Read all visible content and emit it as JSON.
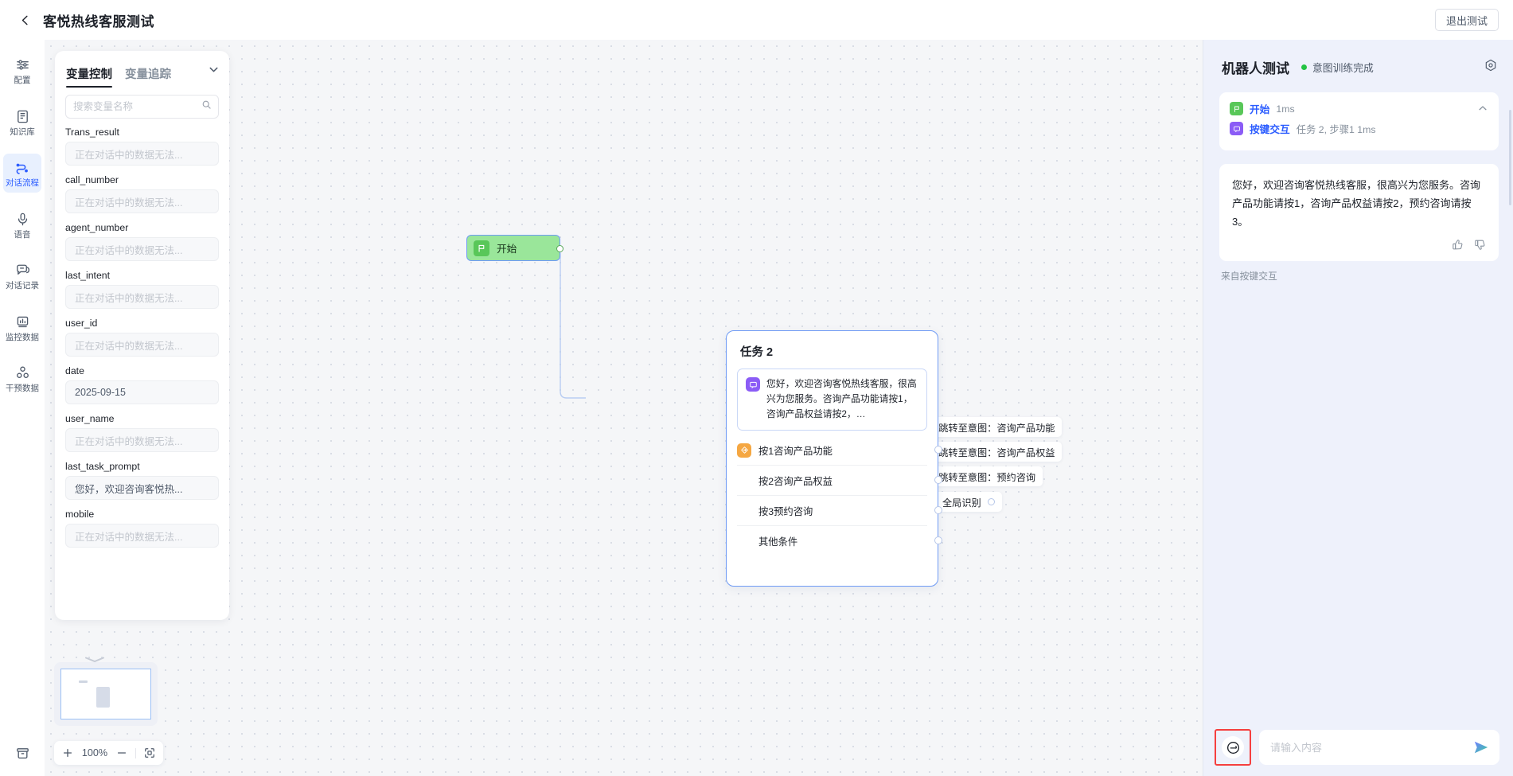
{
  "topbar": {
    "back_icon": "chevron-left-icon",
    "title": "客悦热线客服测试",
    "exit_label": "退出测试"
  },
  "rail": {
    "items": [
      {
        "icon": "sliders-icon",
        "label": "配置",
        "active": false
      },
      {
        "icon": "book-icon",
        "label": "知识库",
        "active": false
      },
      {
        "icon": "flow-icon",
        "label": "对话流程",
        "active": true
      },
      {
        "icon": "microphone-icon",
        "label": "语音",
        "active": false
      },
      {
        "icon": "chat-icon",
        "label": "对话记录",
        "active": false
      },
      {
        "icon": "chart-icon",
        "label": "监控数据",
        "active": false
      },
      {
        "icon": "nodes-icon",
        "label": "干预数据",
        "active": false
      }
    ],
    "bottom_icon": "archive-icon"
  },
  "variable_panel": {
    "tabs": [
      {
        "label": "变量控制",
        "active": true
      },
      {
        "label": "变量追踪",
        "active": false
      }
    ],
    "collapse_icon": "chevron-down-icon",
    "search": {
      "placeholder": "搜索变量名称",
      "value": "",
      "icon": "search-icon"
    },
    "placeholder_text": "正在对话中的数据无法...",
    "variables": [
      {
        "name": "Trans_result",
        "value": "",
        "is_placeholder": true
      },
      {
        "name": "call_number",
        "value": "",
        "is_placeholder": true
      },
      {
        "name": "agent_number",
        "value": "",
        "is_placeholder": true
      },
      {
        "name": "last_intent",
        "value": "",
        "is_placeholder": true
      },
      {
        "name": "user_id",
        "value": "",
        "is_placeholder": true
      },
      {
        "name": "date",
        "value": "2025-09-15",
        "is_placeholder": false
      },
      {
        "name": "user_name",
        "value": "",
        "is_placeholder": true
      },
      {
        "name": "last_task_prompt",
        "value": "您好，欢迎咨询客悦热...",
        "is_placeholder": false
      },
      {
        "name": "mobile",
        "value": "",
        "is_placeholder": true
      }
    ]
  },
  "flow": {
    "start_node": {
      "label": "开始",
      "icon": "flag-icon"
    },
    "task_node": {
      "title": "任务 2",
      "message": {
        "icon": "message-node-icon",
        "text": "您好，欢迎咨询客悦热线客服，很高兴为您服务。咨询产品功能请按1，咨询产品权益请按2，…"
      },
      "branches": [
        {
          "label": "按1咨询产品功能",
          "has_icon": true
        },
        {
          "label": "按2咨询产品权益",
          "has_icon": false
        },
        {
          "label": "按3预约咨询",
          "has_icon": false
        },
        {
          "label": "其他条件",
          "has_icon": false
        }
      ]
    },
    "jumps": [
      {
        "icon": "hash-icon",
        "label": "跳转至意图：咨询产品功能",
        "has_port": false
      },
      {
        "icon": "hash-icon",
        "label": "跳转至意图：咨询产品权益",
        "has_port": false
      },
      {
        "icon": "hash-icon",
        "label": "跳转至意图：预约咨询",
        "has_port": false
      },
      {
        "icon": "global-icon",
        "label": "全局识别",
        "has_port": true
      }
    ],
    "zoombar": {
      "zoom_in_icon": "plus-icon",
      "level": "100%",
      "zoom_out_icon": "minus-icon",
      "fit_icon": "fit-screen-icon"
    }
  },
  "right_panel": {
    "title": "机器人测试",
    "status": "意图训练完成",
    "status_color": "#23c343",
    "settings_icon": "gear-icon",
    "trace": {
      "collapse_icon": "chevron-up-icon",
      "rows": [
        {
          "icon": "flag-icon",
          "name": "开始",
          "meta": "1ms"
        },
        {
          "icon": "key-press-icon",
          "name": "按键交互",
          "meta": "任务 2, 步骤1 1ms"
        }
      ]
    },
    "bubble": {
      "text": "您好，欢迎咨询客悦热线客服，很高兴为您服务。咨询产品功能请按1，咨询产品权益请按2，预约咨询请按3。",
      "like_icon": "thumbs-up-icon",
      "dislike_icon": "thumbs-down-icon"
    },
    "bubble_from": "来自按键交互",
    "composer": {
      "emoji_icon": "emoji-icon",
      "placeholder": "请输入内容",
      "value": "",
      "send_icon": "send-icon",
      "highlight_color": "#f53f3f"
    }
  }
}
